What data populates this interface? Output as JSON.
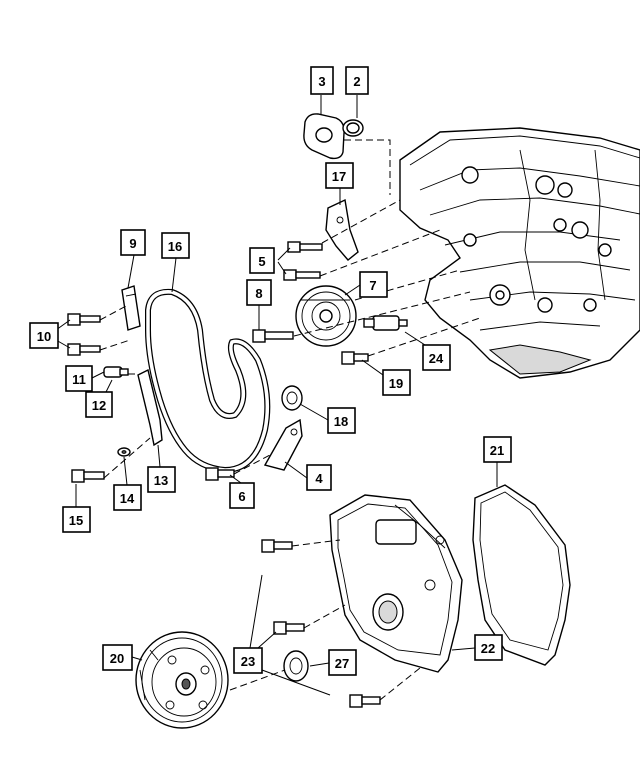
{
  "callouts": [
    {
      "id": "c1",
      "label": "3"
    },
    {
      "id": "c2",
      "label": "2"
    },
    {
      "id": "c3",
      "label": "17"
    },
    {
      "id": "c4",
      "label": "9"
    },
    {
      "id": "c5",
      "label": "16"
    },
    {
      "id": "c6",
      "label": "5"
    },
    {
      "id": "c7",
      "label": "7"
    },
    {
      "id": "c8",
      "label": "8"
    },
    {
      "id": "c9",
      "label": "10"
    },
    {
      "id": "c10",
      "label": "24"
    },
    {
      "id": "c11",
      "label": "11"
    },
    {
      "id": "c12",
      "label": "12"
    },
    {
      "id": "c13",
      "label": "19"
    },
    {
      "id": "c14",
      "label": "18"
    },
    {
      "id": "c15",
      "label": "21"
    },
    {
      "id": "c16",
      "label": "13"
    },
    {
      "id": "c17",
      "label": "4"
    },
    {
      "id": "c18",
      "label": "14"
    },
    {
      "id": "c19",
      "label": "6"
    },
    {
      "id": "c20",
      "label": "15"
    },
    {
      "id": "c21",
      "label": "20"
    },
    {
      "id": "c22",
      "label": "23"
    },
    {
      "id": "c23",
      "label": "27"
    },
    {
      "id": "c24",
      "label": "22"
    }
  ]
}
